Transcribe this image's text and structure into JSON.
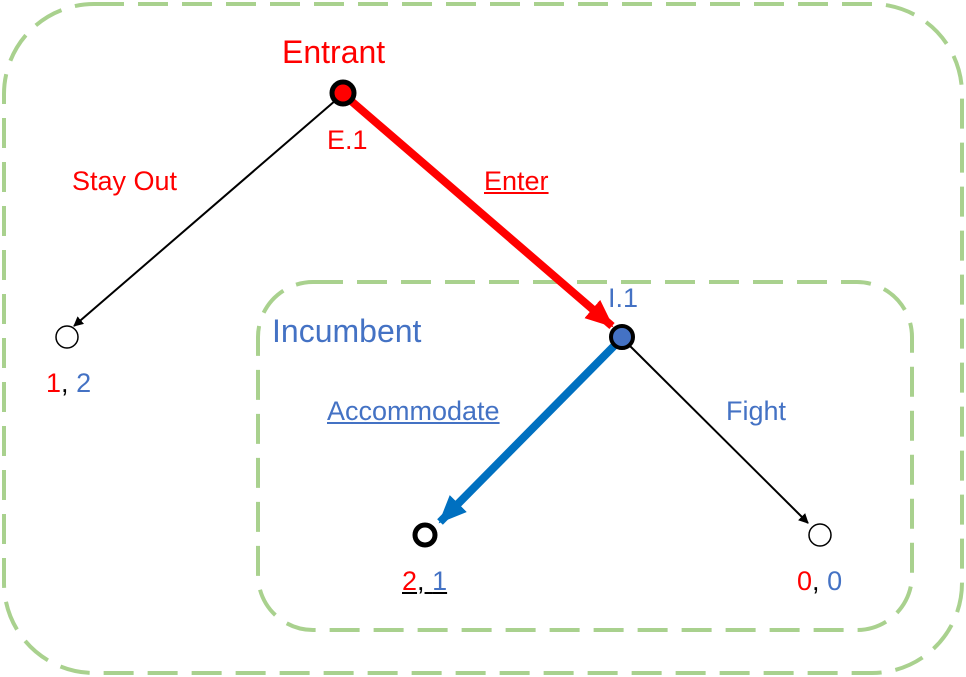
{
  "entrant": {
    "label": "Entrant",
    "node": "E.1",
    "actions": {
      "stay_out": "Stay Out",
      "enter": "Enter"
    }
  },
  "incumbent": {
    "label": "Incumbent",
    "node": "I.1",
    "actions": {
      "accommodate": "Accommodate",
      "fight": "Fight"
    }
  },
  "payoffs": {
    "stay_out": {
      "entrant": "1",
      "incumbent": "2"
    },
    "accommodate": {
      "entrant": "2",
      "incumbent": "1"
    },
    "fight": {
      "entrant": "0",
      "incumbent": "0"
    },
    "sep": ","
  },
  "colors": {
    "entrant": "#ff0000",
    "incumbent": "#4472c4",
    "equilibrium_incumbent": "#0070c0",
    "box": "#a9d18e"
  }
}
